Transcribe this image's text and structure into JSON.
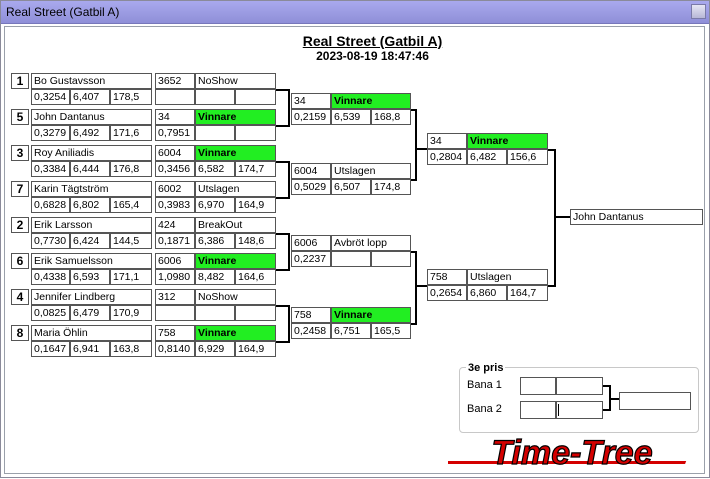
{
  "window": {
    "title": "Real Street  (Gatbil A)"
  },
  "header": {
    "title": "Real Street  (Gatbil A)",
    "datetime": "2023-08-19 18:47:46"
  },
  "round1": [
    {
      "seed": "1",
      "name": "Bo Gustavsson",
      "rt": "0,3254",
      "et": "6,407",
      "speed": "178,5",
      "car": "3652",
      "status": "NoShow",
      "win": false,
      "rt2": "",
      "et2": "",
      "speed2": ""
    },
    {
      "seed": "5",
      "name": "John Dantanus",
      "rt": "0,3279",
      "et": "6,492",
      "speed": "171,6",
      "car": "34",
      "status": "Vinnare",
      "win": true,
      "rt2": "0,7951",
      "et2": "",
      "speed2": ""
    },
    {
      "seed": "3",
      "name": "Roy Aniliadis",
      "rt": "0,3384",
      "et": "6,444",
      "speed": "176,8",
      "car": "6004",
      "status": "Vinnare",
      "win": true,
      "rt2": "0,3456",
      "et2": "6,582",
      "speed2": "174,7"
    },
    {
      "seed": "7",
      "name": "Karin Tägtström",
      "rt": "0,6828",
      "et": "6,802",
      "speed": "165,4",
      "car": "6002",
      "status": "Utslagen",
      "win": false,
      "rt2": "0,3983",
      "et2": "6,970",
      "speed2": "164,9"
    },
    {
      "seed": "2",
      "name": "Erik Larsson",
      "rt": "0,7730",
      "et": "6,424",
      "speed": "144,5",
      "car": "424",
      "status": "BreakOut",
      "win": false,
      "rt2": "0,1871",
      "et2": "6,386",
      "speed2": "148,6"
    },
    {
      "seed": "6",
      "name": "Erik Samuelsson",
      "rt": "0,4338",
      "et": "6,593",
      "speed": "171,1",
      "car": "6006",
      "status": "Vinnare",
      "win": true,
      "rt2": "1,0980",
      "et2": "8,482",
      "speed2": "164,6"
    },
    {
      "seed": "4",
      "name": "Jennifer Lindberg",
      "rt": "0,0825",
      "et": "6,479",
      "speed": "170,9",
      "car": "312",
      "status": "NoShow",
      "win": false,
      "rt2": "",
      "et2": "",
      "speed2": ""
    },
    {
      "seed": "8",
      "name": "Maria Öhlin",
      "rt": "0,1647",
      "et": "6,941",
      "speed": "163,8",
      "car": "758",
      "status": "Vinnare",
      "win": true,
      "rt2": "0,8140",
      "et2": "6,929",
      "speed2": "164,9"
    }
  ],
  "round2": [
    {
      "car": "34",
      "status": "Vinnare",
      "win": true,
      "rt": "0,2159",
      "et": "6,539",
      "speed": "168,8"
    },
    {
      "car": "6004",
      "status": "Utslagen",
      "win": false,
      "rt": "0,5029",
      "et": "6,507",
      "speed": "174,8"
    },
    {
      "car": "6006",
      "status": "Avbröt lopp",
      "win": false,
      "rt": "0,2237",
      "et": "",
      "speed": ""
    },
    {
      "car": "758",
      "status": "Vinnare",
      "win": true,
      "rt": "0,2458",
      "et": "6,751",
      "speed": "165,5"
    }
  ],
  "round3": [
    {
      "car": "34",
      "status": "Vinnare",
      "win": true,
      "rt": "0,2804",
      "et": "6,482",
      "speed": "156,6"
    },
    {
      "car": "758",
      "status": "Utslagen",
      "win": false,
      "rt": "0,2654",
      "et": "6,860",
      "speed": "164,7"
    }
  ],
  "final": {
    "winner": "John Dantanus"
  },
  "third_place": {
    "title": "3e pris",
    "lane1": "Bana 1",
    "lane2": "Bana 2"
  },
  "logo": {
    "text": "Time-Tree"
  },
  "colors": {
    "winner": "#22ee22",
    "logo": "#d40000"
  }
}
